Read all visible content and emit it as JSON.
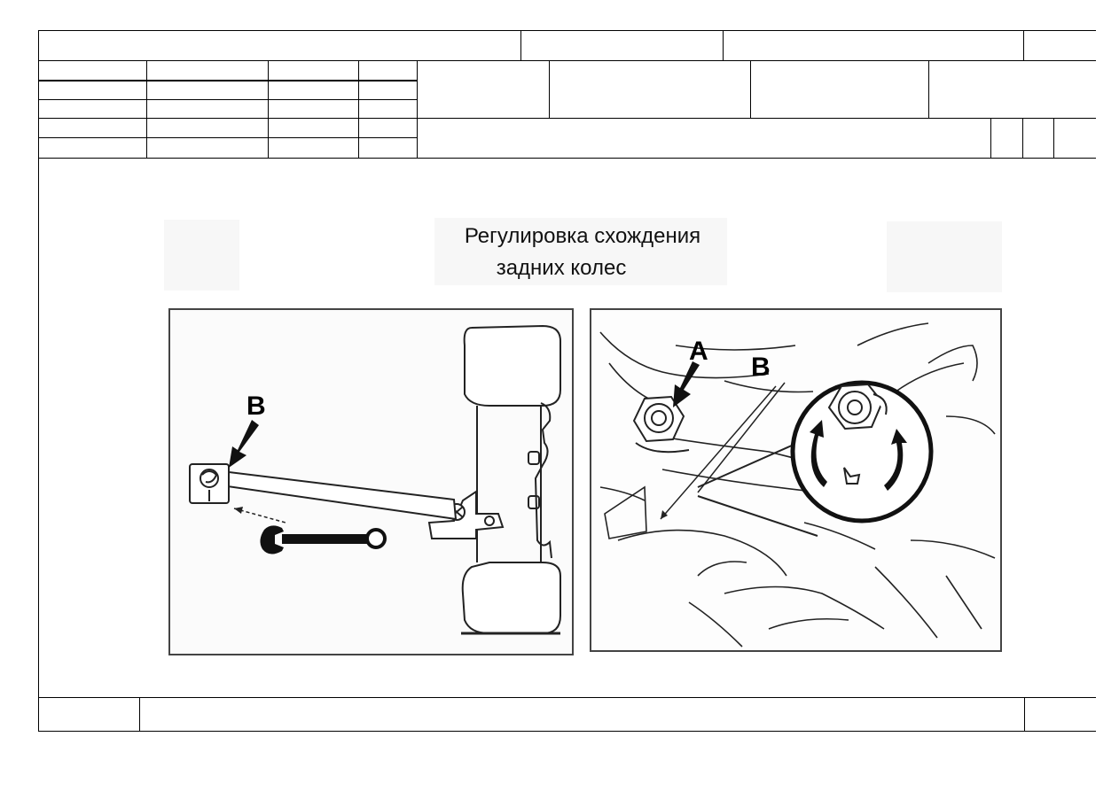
{
  "document": {
    "title_line1": "Регулировка схождения",
    "title_line2": "задних колес"
  },
  "figure_left": {
    "label_b": "B"
  },
  "figure_right": {
    "label_a": "A",
    "label_b": "B"
  }
}
